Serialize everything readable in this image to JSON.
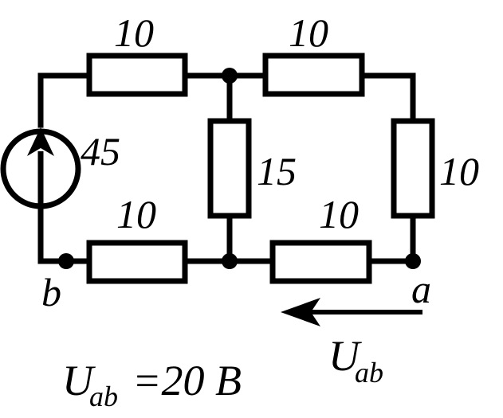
{
  "resistors": {
    "top_left": "10",
    "top_right": "10",
    "middle": "15",
    "right": "10",
    "bottom_left": "10",
    "bottom_right": "10"
  },
  "source": {
    "value": "45",
    "icon": "current-source-icon"
  },
  "nodes": {
    "a": "a",
    "b": "b"
  },
  "arrow_label": {
    "main": "U",
    "sub": "ab"
  },
  "equation": {
    "main": "U",
    "sub": "ab",
    "rest": "=20 B"
  },
  "colors": {
    "ink": "#000000",
    "background": "#ffffff"
  }
}
